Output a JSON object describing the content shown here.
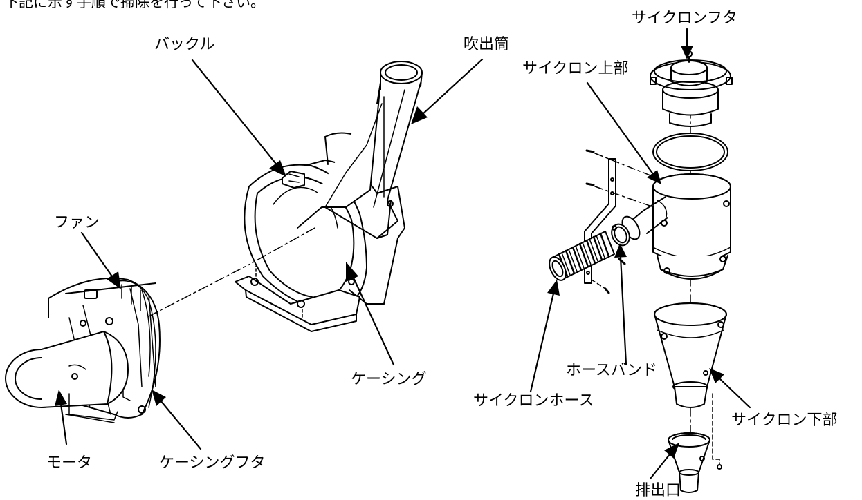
{
  "intro_text": "下記に示す手順で掃除を行って下さい。",
  "labels": {
    "buckle": "バックル",
    "outlet_tube": "吹出筒",
    "fan": "ファン",
    "casing": "ケーシング",
    "motor": "モータ",
    "casing_cover": "ケーシングフタ",
    "cyclone_lid": "サイクロンフタ",
    "cyclone_upper": "サイクロン上部",
    "hose_band": "ホースバンド",
    "cyclone_hose": "サイクロンホース",
    "cyclone_lower": "サイクロン下部",
    "discharge_port": "排出口"
  },
  "colors": {
    "line": "#000000",
    "background": "#ffffff"
  }
}
